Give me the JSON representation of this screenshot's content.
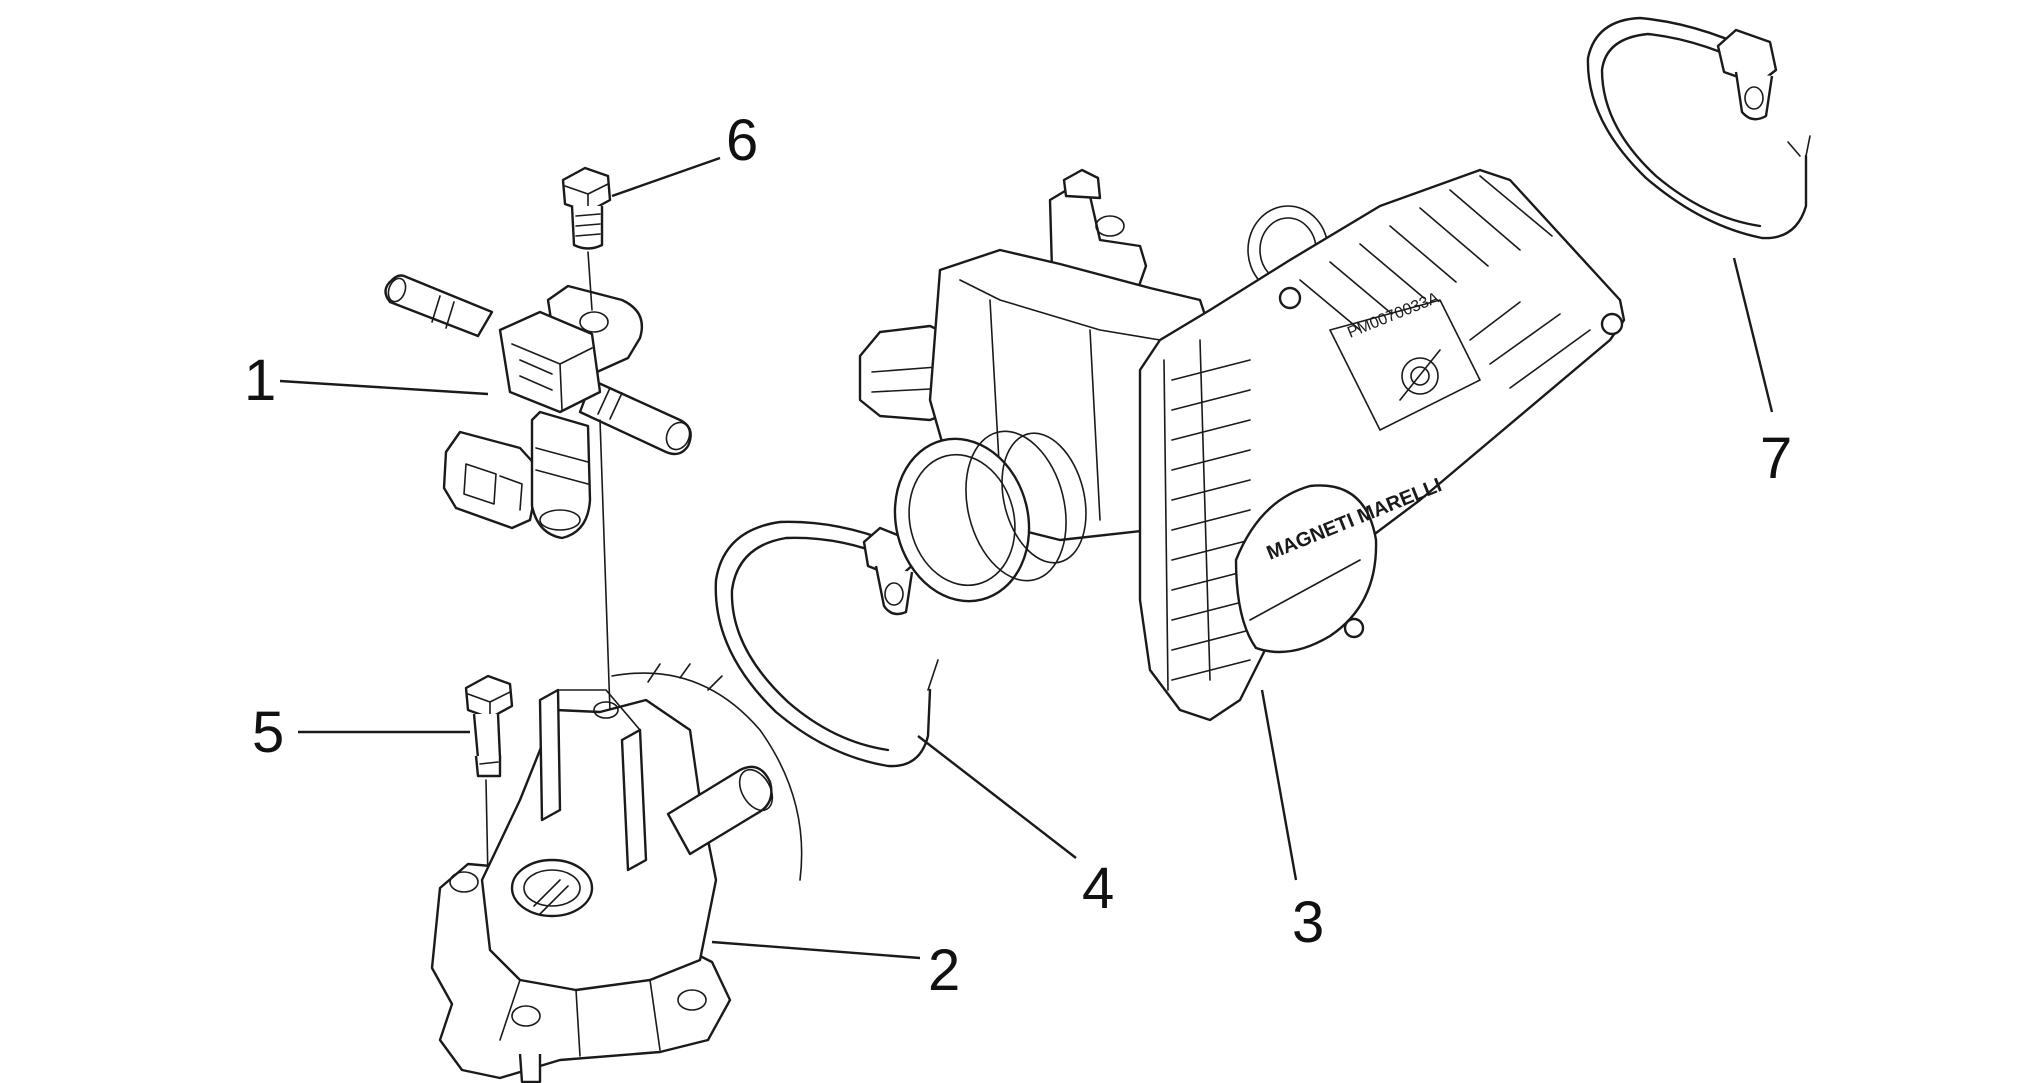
{
  "callouts": [
    {
      "id": "1",
      "label": "1"
    },
    {
      "id": "2",
      "label": "2"
    },
    {
      "id": "3",
      "label": "3"
    },
    {
      "id": "4",
      "label": "4"
    },
    {
      "id": "5",
      "label": "5"
    },
    {
      "id": "6",
      "label": "6"
    },
    {
      "id": "7",
      "label": "7"
    }
  ],
  "markings": {
    "brand": "MAGNETI MARELLI",
    "stamp": "PM0070033A"
  },
  "colors": {
    "line": "#1a1a1a",
    "background": "#ffffff"
  }
}
